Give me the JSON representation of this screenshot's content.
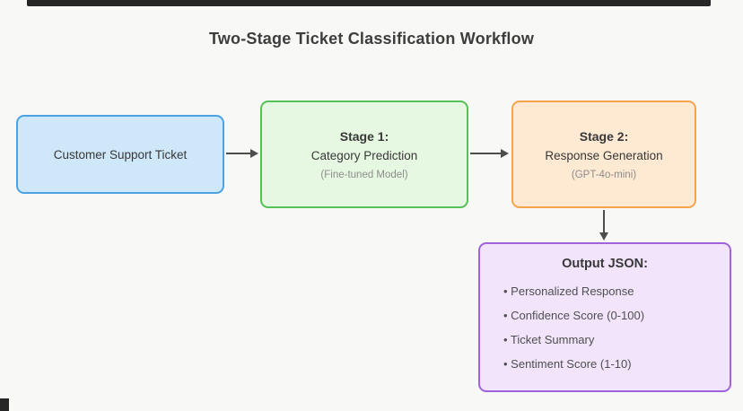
{
  "page": {
    "title": "Two-Stage Ticket Classification Workflow",
    "background": "#f8f8f6",
    "chrome_color": "#262626"
  },
  "nodes": [
    {
      "id": "customer-support-ticket",
      "title": "Customer Support Ticket",
      "fill": "#cee7f9",
      "border": "#4ba3e3"
    },
    {
      "id": "stage-1",
      "heading": "Stage 1:",
      "title": "Category Prediction",
      "subtitle": "(Fine-tuned Model)",
      "fill": "#e7f8e2",
      "border": "#55c157"
    },
    {
      "id": "stage-2",
      "heading": "Stage 2:",
      "title": "Response Generation",
      "subtitle": "(GPT-4o-mini)",
      "fill": "#fee9d3",
      "border": "#f6a44c"
    },
    {
      "id": "output-json",
      "heading": "Output JSON:",
      "bullets": [
        "• Personalized Response",
        "• Confidence Score (0-100)",
        "• Ticket Summary",
        "• Sentiment Score (1-10)"
      ],
      "fill": "#f1e4fb",
      "border": "#a163d9"
    }
  ],
  "arrows": {
    "color": "#4d4d4d"
  }
}
